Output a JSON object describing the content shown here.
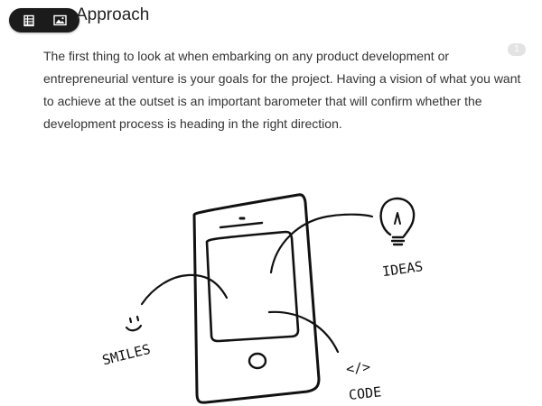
{
  "section": {
    "heading": "Approach"
  },
  "toolbar": {
    "buttons": [
      {
        "name": "table",
        "icon": "table-icon"
      },
      {
        "name": "image",
        "icon": "image-icon"
      }
    ]
  },
  "content": {
    "paragraph_lines": [
      "The first thing to look at when embarking on any product development or",
      "entrepreneurial venture is your goals for the project. Having a vision of what you want",
      "to achieve at the outset is an important barometer that will confirm whether the",
      "development process is heading in the right direction."
    ],
    "note_count": "1"
  },
  "illustration": {
    "labels": {
      "ideas": "IDEAS",
      "smiles": "SMILES",
      "code_symbol": "</>",
      "code": "CODE"
    }
  }
}
